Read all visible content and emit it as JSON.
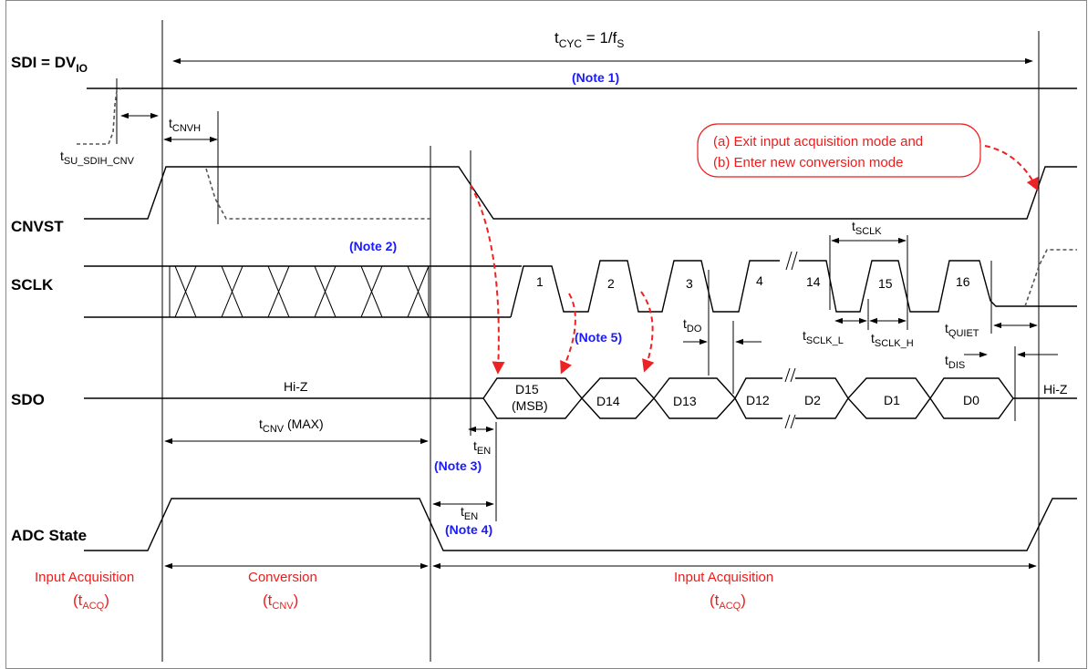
{
  "signals": {
    "sdi": "SDI = DV",
    "sdi_sub": "IO",
    "cnvst": "CNVST",
    "sclk": "SCLK",
    "sdo": "SDO",
    "adc_state": "ADC State"
  },
  "timing": {
    "tcyc_main": "t",
    "tcyc_sub": "CYC",
    "tcyc_eq": " = 1/f",
    "tcyc_eq_sub": "S",
    "t_su_sdih_main": "t",
    "t_su_sdih_sub": "SU_SDIH_CNV",
    "tcnvh_main": "t",
    "tcnvh_sub": "CNVH",
    "tcnv_main": "t",
    "tcnv_sub": "CNV",
    "tcnv_max": " (MAX)",
    "ten1_main": "t",
    "ten1_sub": "EN",
    "ten2_main": "t",
    "ten2_sub": "EN",
    "tsclk_main": "t",
    "tsclk_sub": "SCLK",
    "tsclk_l_main": "t",
    "tsclk_l_sub": "SCLK_L",
    "tsclk_h_main": "t",
    "tsclk_h_sub": "SCLK_H",
    "tdo_main": "t",
    "tdo_sub": "DO",
    "tquiet_main": "t",
    "tquiet_sub": "QUIET",
    "tdis_main": "t",
    "tdis_sub": "DIS"
  },
  "notes": {
    "note1": "(Note 1)",
    "note2": "(Note 2)",
    "note3": "(Note 3)",
    "note4": "(Note 4)",
    "note5": "(Note 5)"
  },
  "callout": {
    "line1": "(a) Exit input acquisition mode and",
    "line2": "(b) Enter new conversion mode"
  },
  "sclk_pulses": [
    "1",
    "2",
    "3",
    "4",
    "14",
    "15",
    "16"
  ],
  "sdo": {
    "hiz_left": "Hi-Z",
    "hiz_right": "Hi-Z",
    "d15": "D15",
    "msb": "(MSB)",
    "bits": [
      "D14",
      "D13",
      "D12",
      "D2",
      "D1",
      "D0"
    ]
  },
  "phases": {
    "input_acq_left": "Input Acquisition",
    "conversion": "Conversion",
    "input_acq_right": "Input Acquisition",
    "tacq_main": "t",
    "tacq_sub": "ACQ",
    "tcnv_main": "t",
    "tcnv_sub": "CNV",
    "paren_open": "(",
    "paren_close": ")"
  },
  "colors": {
    "note": "#1a1aff",
    "annotation": "#ee1c1c",
    "line": "#000000"
  }
}
